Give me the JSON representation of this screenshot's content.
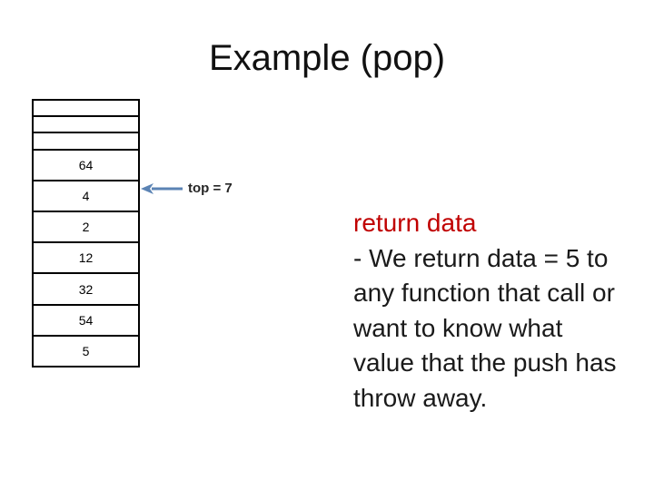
{
  "slide": {
    "title": "Example (pop)",
    "stack": {
      "cells": [
        "",
        "",
        "",
        "64",
        "4",
        "2",
        "12",
        "32",
        "54",
        "5"
      ]
    },
    "pointer": {
      "label": "top = 7",
      "arrow_icon": "left-arrow",
      "arrow_color": "#5b83b4"
    },
    "note": {
      "heading": "return data",
      "heading_color": "#c00000",
      "lines": [
        "- We return data = 5 to",
        "any function that call or",
        "want to know what",
        "value that the push has",
        "throw away."
      ]
    }
  }
}
